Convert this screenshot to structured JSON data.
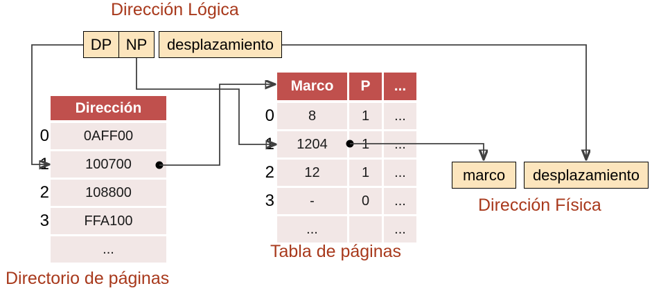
{
  "diagram": {
    "title_logical": "Dirección Lógica",
    "title_physical": "Dirección Física",
    "caption_directory": "Directorio de páginas",
    "caption_pagetable": "Tabla de páginas",
    "colors": {
      "accent_red": "#c0504d",
      "cell_pink": "#f2e7e6",
      "box_cream": "#fce5bd",
      "caption_brown": "#a8391c",
      "line_gray": "#404040"
    }
  },
  "logical_address": {
    "fields": [
      {
        "label": "DP"
      },
      {
        "label": "NP"
      },
      {
        "label": "desplazamiento"
      }
    ]
  },
  "physical_address": {
    "fields": [
      {
        "label": "marco"
      },
      {
        "label": "desplazamiento"
      }
    ]
  },
  "directory_table": {
    "header": [
      "Dirección"
    ],
    "row_numbers": [
      "0",
      "1",
      "2",
      "3",
      ""
    ],
    "rows": [
      [
        "0AFF00"
      ],
      [
        "100700"
      ],
      [
        "108800"
      ],
      [
        "FFA100"
      ],
      [
        "..."
      ]
    ]
  },
  "page_table": {
    "header": [
      "Marco",
      "P",
      "..."
    ],
    "row_numbers": [
      "0",
      "1",
      "2",
      "3",
      ""
    ],
    "rows": [
      [
        "8",
        "1",
        "..."
      ],
      [
        "1204",
        "1",
        "..."
      ],
      [
        "12",
        "1",
        "..."
      ],
      [
        "-",
        "0",
        "..."
      ],
      [
        "...",
        "",
        "..."
      ]
    ]
  }
}
